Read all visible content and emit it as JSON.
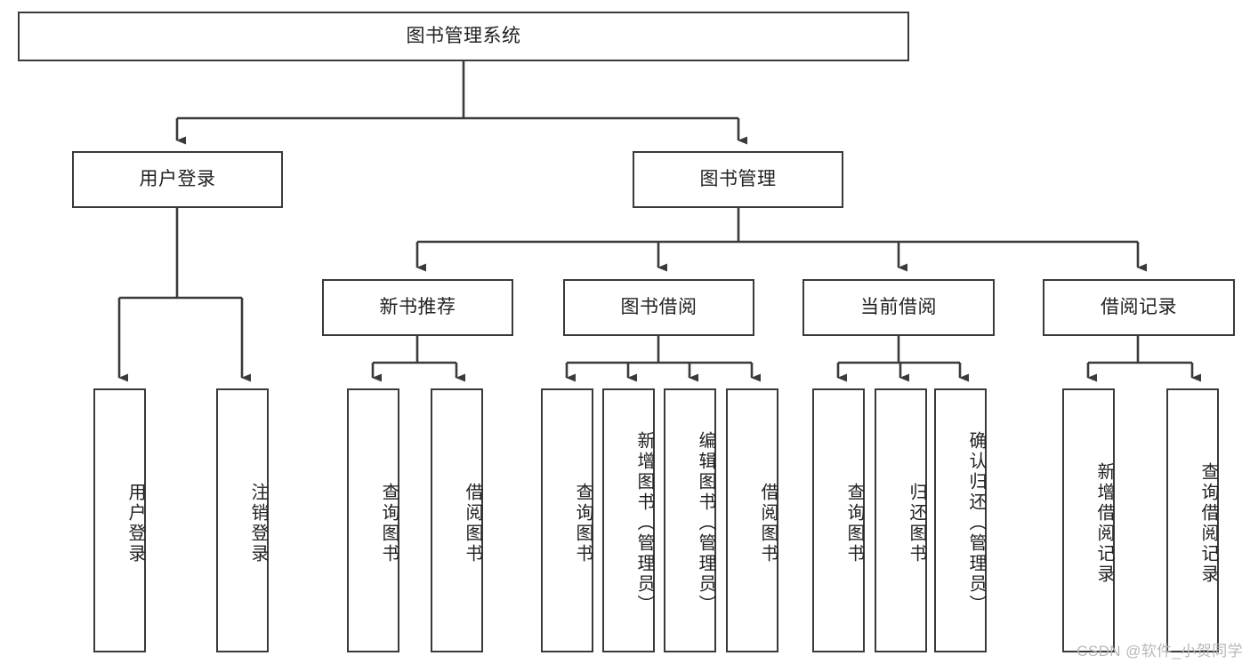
{
  "diagram": {
    "title": "图书管理系统",
    "type": "tree-hierarchy-chart",
    "watermark": "CSDN @软件_小贺同学",
    "colors": {
      "box_border": "#3a3a3a",
      "box_fill": "#ffffff",
      "line": "#3a3a3a",
      "text": "#222222",
      "watermark": "#b9b9b9",
      "background": "#ffffff"
    },
    "nodes": {
      "root": {
        "label": "图书管理系统"
      },
      "level2": [
        {
          "id": "user-login",
          "label": "用户登录"
        },
        {
          "id": "book-manage",
          "label": "图书管理"
        }
      ],
      "level3": [
        {
          "id": "new-book-recommend",
          "label": "新书推荐"
        },
        {
          "id": "book-borrow",
          "label": "图书借阅"
        },
        {
          "id": "current-borrow",
          "label": "当前借阅"
        },
        {
          "id": "borrow-record",
          "label": "借阅记录"
        }
      ],
      "leaves": {
        "user-login": [
          {
            "id": "leaf-user-login",
            "label": "用户登录"
          },
          {
            "id": "leaf-logout-login",
            "label": "注销登录"
          }
        ],
        "new-book-recommend": [
          {
            "id": "leaf-query-book-1",
            "label": "查询图书"
          },
          {
            "id": "leaf-borrow-book-1",
            "label": "借阅图书"
          }
        ],
        "book-borrow": [
          {
            "id": "leaf-query-book-2",
            "label": "查询图书"
          },
          {
            "id": "leaf-add-book",
            "label": "新增图书（管理员）"
          },
          {
            "id": "leaf-edit-book",
            "label": "编辑图书（管理员）"
          },
          {
            "id": "leaf-borrow-book-2",
            "label": "借阅图书"
          }
        ],
        "current-borrow": [
          {
            "id": "leaf-query-book-3",
            "label": "查询图书"
          },
          {
            "id": "leaf-return-book",
            "label": "归还图书"
          },
          {
            "id": "leaf-confirm-return",
            "label": "确认归还（管理员）"
          }
        ],
        "borrow-record": [
          {
            "id": "leaf-add-record",
            "label": "新增借阅记录"
          },
          {
            "id": "leaf-query-record",
            "label": "查询借阅记录"
          }
        ]
      }
    }
  }
}
